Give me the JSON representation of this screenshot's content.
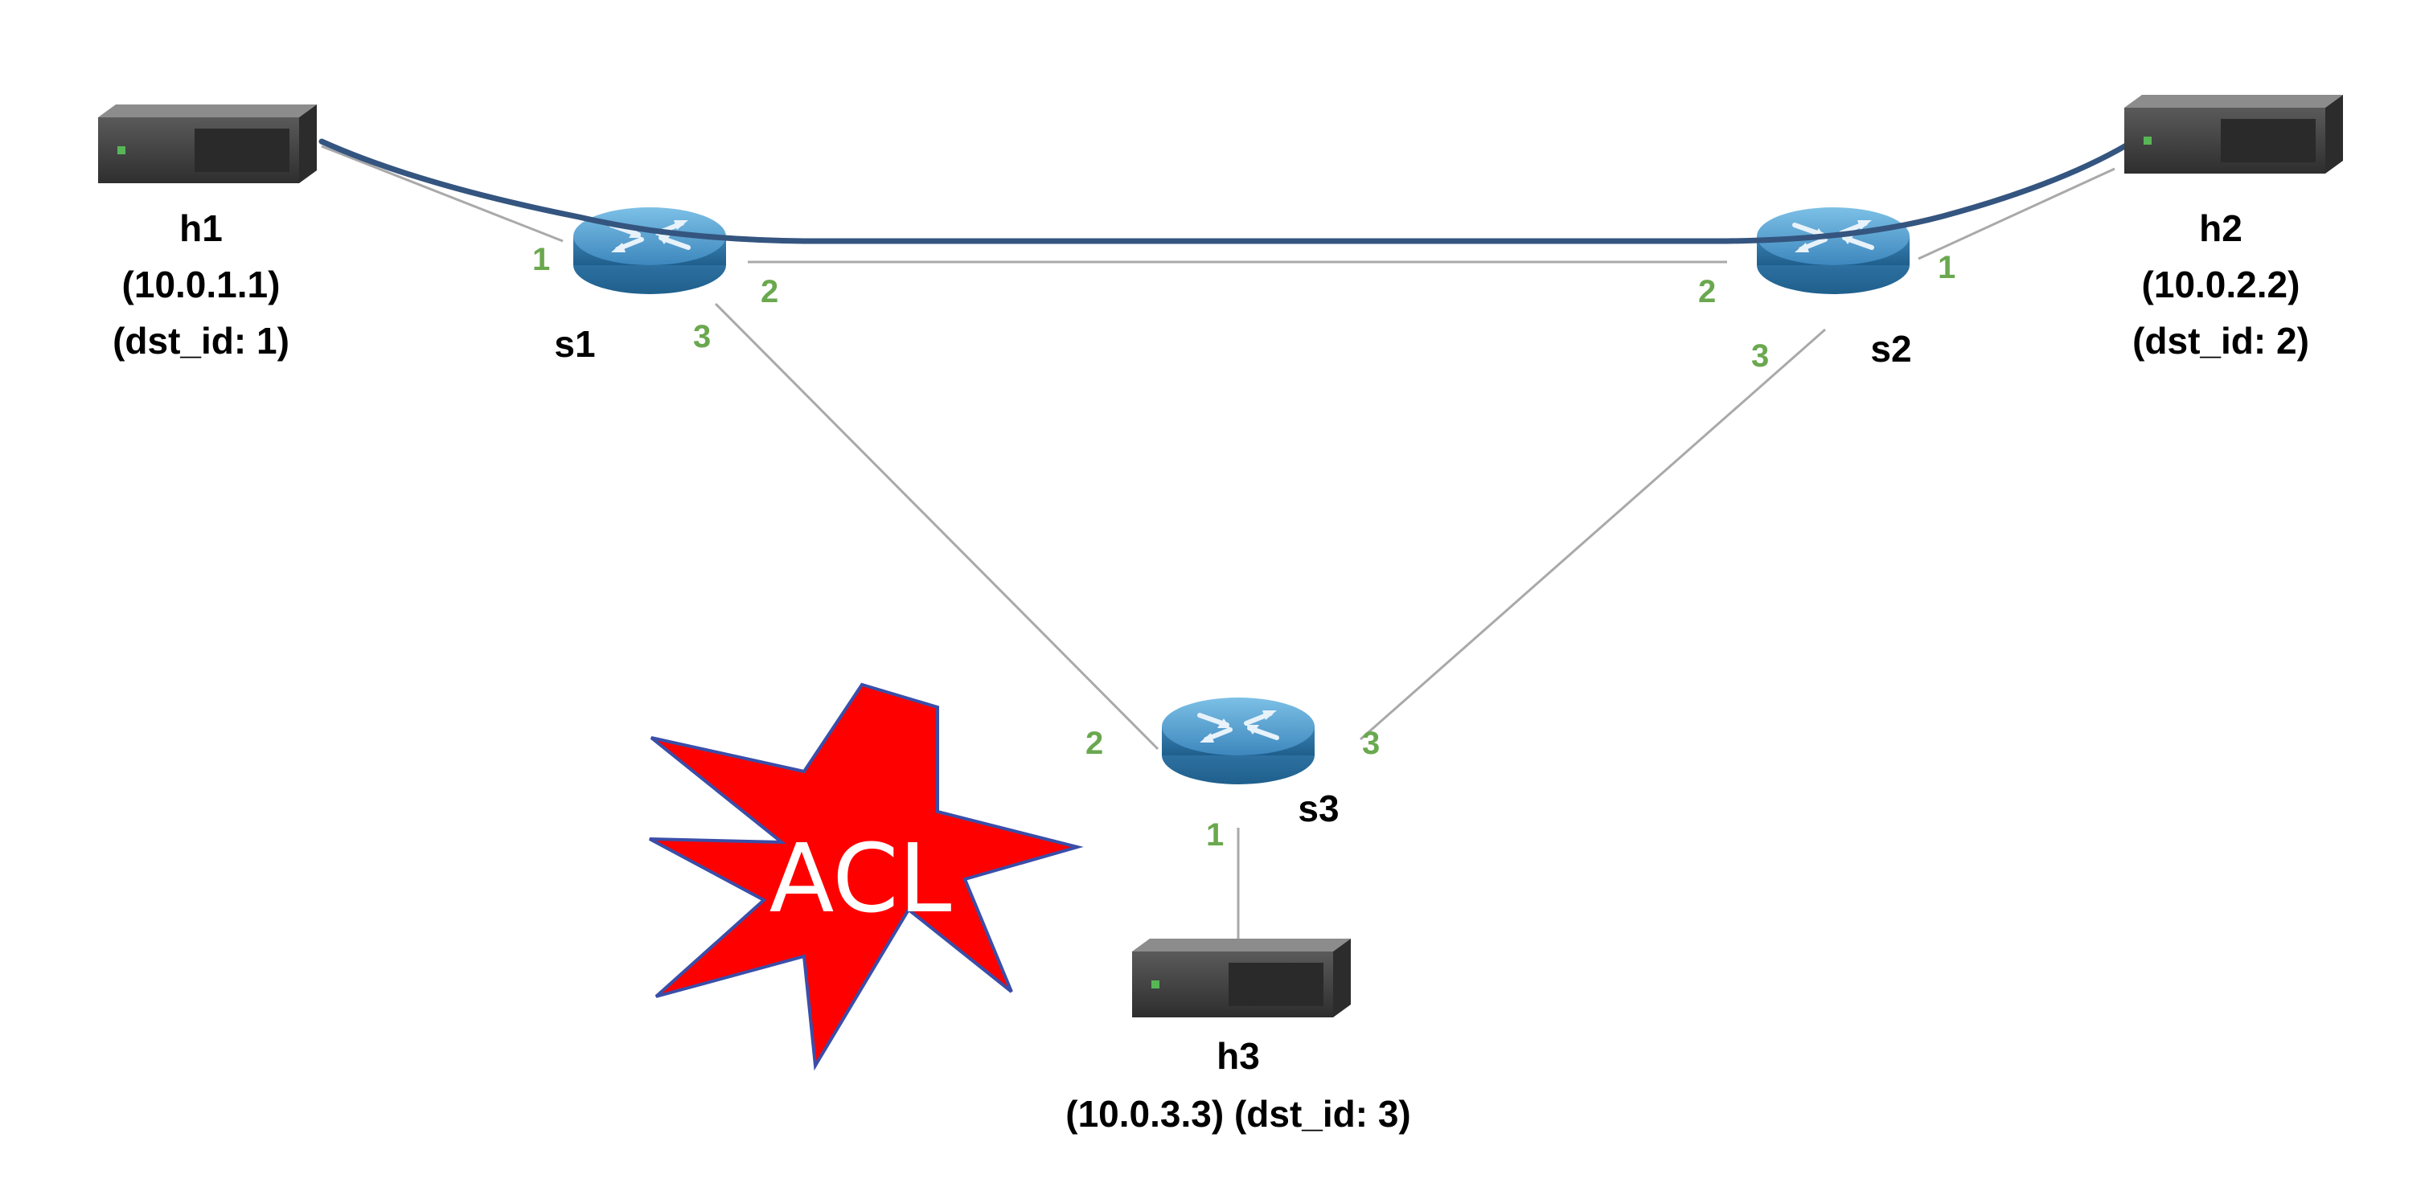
{
  "colors": {
    "port_label": "#6aa84f",
    "path_curve": "#34557f",
    "link": "#a9a9a9",
    "switch_top": "#5aa3cf",
    "switch_side": "#2f6f9c",
    "host_body": "#4a4a4a",
    "host_led": "#57b757",
    "acl_fill": "#ff0000",
    "acl_stroke": "#3a4ea8"
  },
  "icons": {
    "switch": "router-switch-icon",
    "host": "server-host-icon",
    "acl": "starburst-icon"
  },
  "hosts": {
    "h1": {
      "name": "h1",
      "ip": "(10.0.1.1)",
      "dst_id": "(dst_id: 1)"
    },
    "h2": {
      "name": "h2",
      "ip": "(10.0.2.2)",
      "dst_id": "(dst_id: 2)"
    },
    "h3": {
      "name": "h3",
      "ip_dst": "(10.0.3.3) (dst_id: 3)"
    }
  },
  "switches": {
    "s1": {
      "name": "s1"
    },
    "s2": {
      "name": "s2"
    },
    "s3": {
      "name": "s3"
    }
  },
  "ports": {
    "s1_h1": "1",
    "s1_s2": "2",
    "s1_s3": "3",
    "s2_h2": "1",
    "s2_s1": "2",
    "s2_s3": "3",
    "s3_h3": "1",
    "s3_s1": "2",
    "s3_s2": "3"
  },
  "acl": {
    "label": "ACL"
  }
}
